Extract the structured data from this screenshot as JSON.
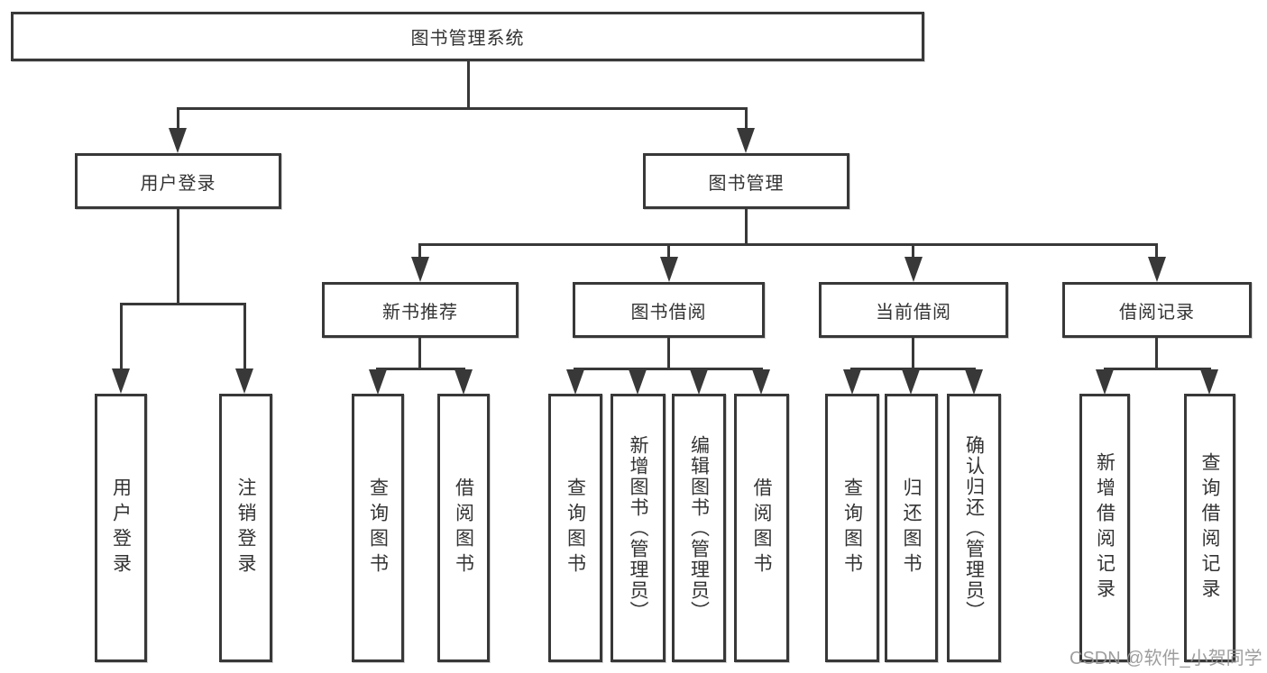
{
  "diagram": {
    "root": "图书管理系统",
    "user_login": {
      "label": "用户登录",
      "children": [
        "用户登录",
        "注销登录"
      ]
    },
    "book_mgmt": {
      "label": "图书管理",
      "groups": [
        {
          "label": "新书推荐",
          "children": [
            "查询图书",
            "借阅图书"
          ]
        },
        {
          "label": "图书借阅",
          "children": [
            "查询图书",
            "新增图书（管理员）",
            "编辑图书（管理员）",
            "借阅图书"
          ]
        },
        {
          "label": "当前借阅",
          "children": [
            "查询图书",
            "归还图书",
            "确认归还（管理员）"
          ]
        },
        {
          "label": "借阅记录",
          "children": [
            "新增借阅记录",
            "查询借阅记录"
          ]
        }
      ]
    },
    "watermark": "CSDN @软件_小贺同学"
  }
}
